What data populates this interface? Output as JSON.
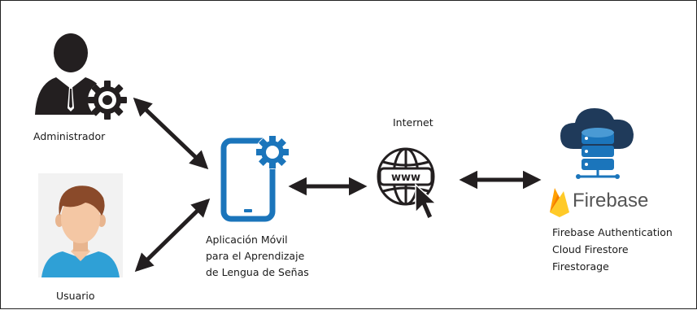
{
  "nodes": {
    "admin": {
      "label": "Administrador",
      "icon": "admin-gear-icon"
    },
    "user": {
      "label": "Usuario",
      "icon": "user-avatar-icon"
    },
    "app": {
      "lines": [
        "Aplicación Móvil",
        "para el Aprendizaje",
        "de Lengua de Señas"
      ],
      "icon": "mobile-gear-icon"
    },
    "internet": {
      "label": "Internet",
      "icon": "www-globe-icon"
    },
    "firebase": {
      "logo_text": "Firebase",
      "services": [
        "Firebase Authentication",
        "Cloud Firestore",
        "Firestorage"
      ],
      "icon": "cloud-database-icon"
    }
  },
  "colors": {
    "accent_blue": "#1b75bb",
    "dark": "#231f20",
    "firebase_orange": "#f5820d",
    "firebase_yellow": "#ffca28",
    "shirt_blue": "#2fa0d6",
    "hair_brown": "#8a4a2a",
    "skin": "#f4c7a4"
  }
}
